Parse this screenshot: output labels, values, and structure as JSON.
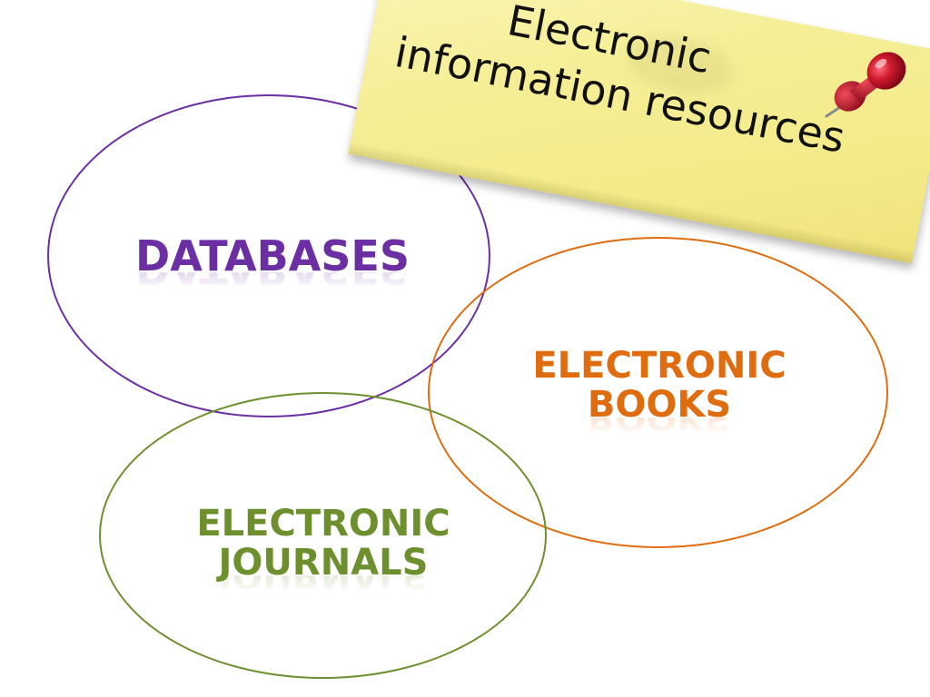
{
  "note": {
    "title_line1": "Electronic",
    "title_line2": "information resources",
    "color": "#f5ee96"
  },
  "bubbles": [
    {
      "id": "databases",
      "lines": [
        "DATABASES"
      ],
      "color": "#6b2fa3"
    },
    {
      "id": "books",
      "lines": [
        "ELECTRONIC",
        "BOOKS"
      ],
      "color": "#e06c10"
    },
    {
      "id": "journals",
      "lines": [
        "ELECTRONIC",
        "JOURNALS"
      ],
      "color": "#6e8f2e"
    }
  ],
  "icons": {
    "pin": "pushpin-icon"
  }
}
